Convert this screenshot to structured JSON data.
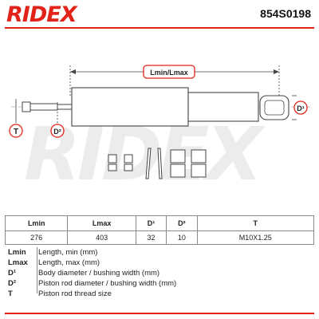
{
  "brand": {
    "logo_text": "RIDEX",
    "part_number": "854S0198"
  },
  "diagram": {
    "dimension_label": "Lmin/Lmax",
    "label_t": "T",
    "label_d2": "D²",
    "label_d1": "D¹",
    "watermark": "RIDEX"
  },
  "table": {
    "headers": [
      "Lmin",
      "Lmax",
      "D¹",
      "D²",
      "T"
    ],
    "values": [
      "276",
      "403",
      "32",
      "10",
      "M10X1.25"
    ]
  },
  "legend": [
    {
      "key": "Lmin",
      "desc": "Length, min (mm)"
    },
    {
      "key": "Lmax",
      "desc": "Length, max (mm)"
    },
    {
      "key": "D¹",
      "desc": "Body diameter / bushing width (mm)"
    },
    {
      "key": "D²",
      "desc": "Piston rod diameter / bushing width (mm)"
    },
    {
      "key": "T",
      "desc": "Piston rod thread size"
    }
  ],
  "colors": {
    "brand_red": "#e2231a",
    "line": "#444444"
  }
}
